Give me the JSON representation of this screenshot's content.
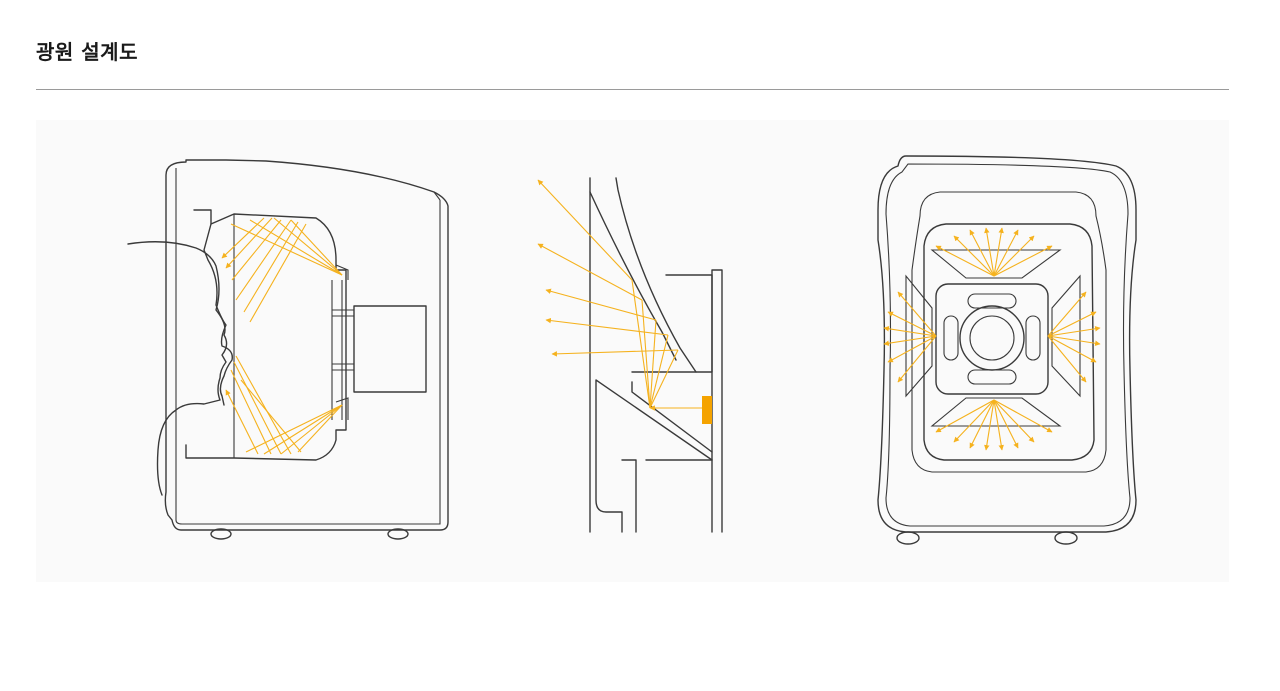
{
  "page": {
    "title": "광원 설계도"
  },
  "diagram": {
    "views": [
      "side-section",
      "detail-section",
      "front"
    ],
    "colors": {
      "light_ray": "#f5b21e",
      "light_source": "#f5a300",
      "outline": "#3a3a3a",
      "panel_background": "#fafafa",
      "divider": "#9a9a9a"
    }
  }
}
